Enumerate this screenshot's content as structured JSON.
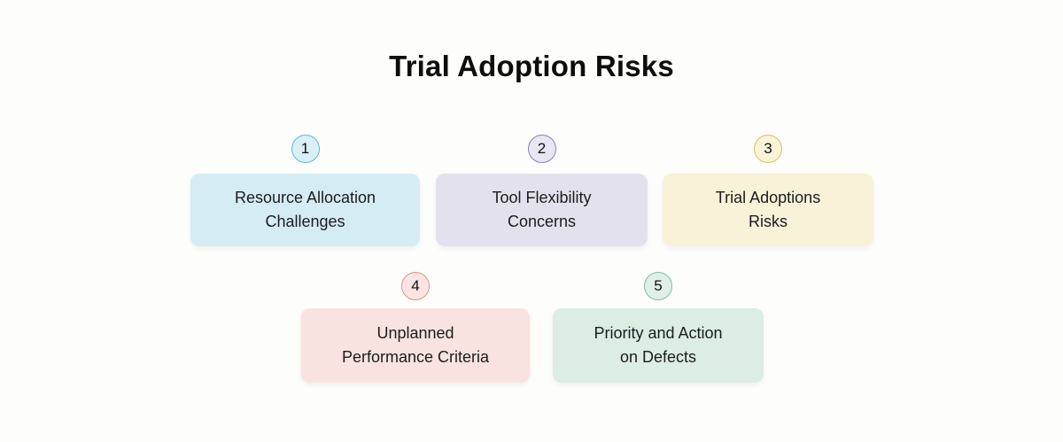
{
  "title": "Trial Adoption Risks",
  "colors": {
    "background": "#fdfdfb",
    "title_text": "#0d0d0d",
    "card_text": "#1c1c1c"
  },
  "cards": [
    {
      "number": "1",
      "label": "Resource Allocation\nChallenges",
      "box_bg": "#d5ecf5",
      "circle_bg": "#daeff7",
      "circle_border": "#5bbcd9"
    },
    {
      "number": "2",
      "label": "Tool Flexibility\nConcerns",
      "box_bg": "#e3e1ed",
      "circle_bg": "#e9e6f3",
      "circle_border": "#8982ad"
    },
    {
      "number": "3",
      "label": "Trial Adoptions\nRisks",
      "box_bg": "#f8f2d8",
      "circle_bg": "#f9f3d8",
      "circle_border": "#d3c266"
    },
    {
      "number": "4",
      "label": "Unplanned\nPerformance Criteria",
      "box_bg": "#f9e3e1",
      "circle_bg": "#fae5e3",
      "circle_border": "#e09188"
    },
    {
      "number": "5",
      "label": "Priority and Action\non Defects",
      "box_bg": "#dcede4",
      "circle_bg": "#e0f0e8",
      "circle_border": "#7dc09d"
    }
  ]
}
